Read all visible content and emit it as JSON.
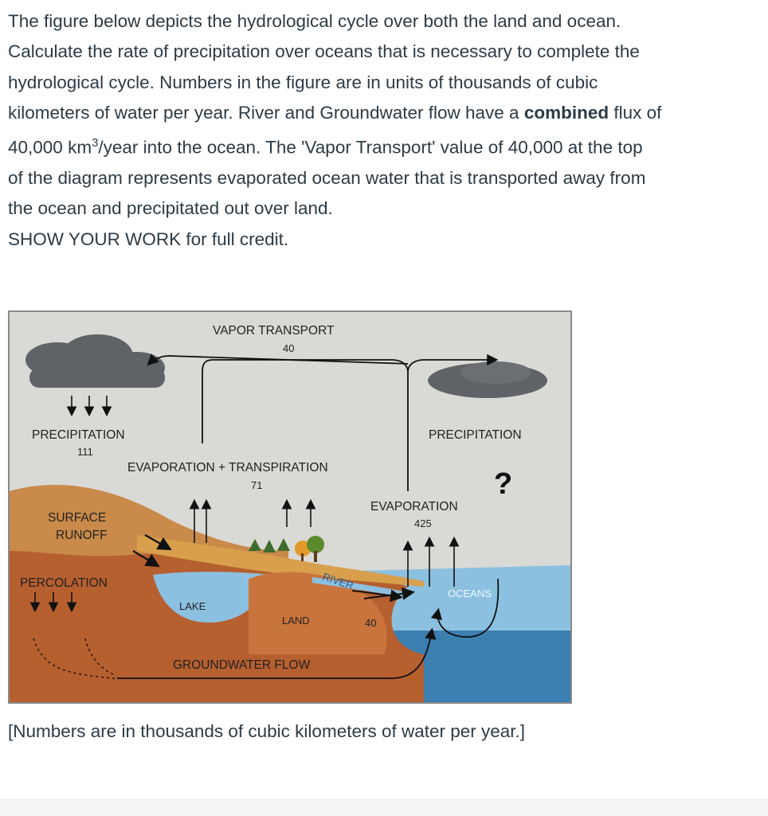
{
  "question": {
    "line1": "The figure below depicts the hydrological cycle over both the land and ocean.",
    "line2": "Calculate the rate of precipitation over oceans that is necessary to complete the",
    "line3": "hydrological cycle. Numbers in the figure are in units of thousands of cubic",
    "line4_prefix": "kilometers of water per year. River and Groundwater flow have a ",
    "line4_bold": "combined",
    "line4_suffix": " flux of",
    "line5_prefix": "40,000 km",
    "line5_sup": "3",
    "line5_suffix": "/year into the ocean. The 'Vapor Transport' value of 40,000 at the top",
    "line6": "of the diagram represents evaporated ocean water that is transported away from",
    "line7": "the ocean and precipitated out over land.",
    "line8": "SHOW YOUR WORK for full credit."
  },
  "figure": {
    "vapor_transport_label": "VAPOR TRANSPORT",
    "vapor_transport_value": "40",
    "precip_land_label": "PRECIPITATION",
    "precip_land_value": "111",
    "evapotranspiration_label": "EVAPORATION + TRANSPIRATION",
    "evapotranspiration_value": "71",
    "precip_ocean_label": "PRECIPITATION",
    "precip_ocean_value": "?",
    "evaporation_label": "EVAPORATION",
    "evaporation_value": "425",
    "surface_runoff_line1": "SURFACE",
    "surface_runoff_line2": "RUNOFF",
    "percolation_label": "PERCOLATION",
    "lake_label": "LAKE",
    "river_label": "RIVER",
    "oceans_label": "OCEANS",
    "land_label": "LAND",
    "flow_value": "40",
    "groundwater_label": "GROUNDWATER FLOW",
    "colors": {
      "sky": "#d9d9d6",
      "cloud": "#5f6367",
      "hill": "#c98a4a",
      "soil": "#b65f2f",
      "grass": "#d8a04c",
      "water": "#8cc0e0",
      "deep_water": "#3c7fb1"
    }
  },
  "caption": "[Numbers are in thousands of cubic kilometers of water per year.]"
}
